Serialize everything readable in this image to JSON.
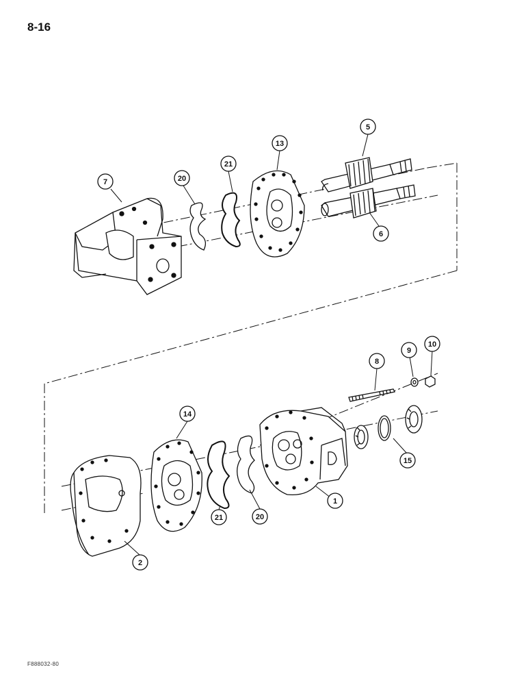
{
  "page_number": "8-16",
  "figure_code": "F888032-80",
  "callouts": [
    {
      "id": "c5",
      "label": "5",
      "part": "drive-gear-shaft"
    },
    {
      "id": "c6",
      "label": "6",
      "part": "driven-gear-shaft"
    },
    {
      "id": "c7",
      "label": "7",
      "part": "rear-cover"
    },
    {
      "id": "c13",
      "label": "13",
      "part": "wear-plate-upper"
    },
    {
      "id": "c20a",
      "label": "20",
      "part": "backup-gasket-upper"
    },
    {
      "id": "c21a",
      "label": "21",
      "part": "seal-upper"
    },
    {
      "id": "c8",
      "label": "8",
      "part": "stud"
    },
    {
      "id": "c9",
      "label": "9",
      "part": "washer"
    },
    {
      "id": "c10",
      "label": "10",
      "part": "nut"
    },
    {
      "id": "c14",
      "label": "14",
      "part": "wear-plate-lower"
    },
    {
      "id": "c15",
      "label": "15",
      "part": "bearing-set"
    },
    {
      "id": "c1",
      "label": "1",
      "part": "front-cover"
    },
    {
      "id": "c2",
      "label": "2",
      "part": "gear-housing"
    },
    {
      "id": "c20b",
      "label": "20",
      "part": "backup-gasket-lower"
    },
    {
      "id": "c21b",
      "label": "21",
      "part": "seal-lower"
    }
  ]
}
